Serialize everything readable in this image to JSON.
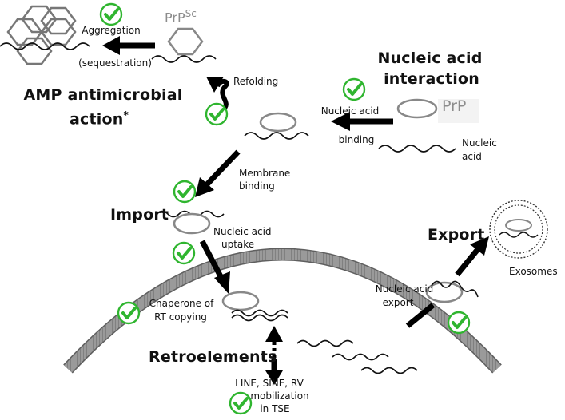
{
  "labels": {
    "prpsc_main": "PrP",
    "prpsc_sup": "Sc",
    "aggregation": "Aggregation",
    "sequestration": "(sequestration)",
    "refolding": "Refolding",
    "amp_line1": "AMP antimicrobial",
    "amp_line2": "action",
    "amp_asterisk": "*",
    "nucleic_interaction_line1": "Nucleic acid",
    "nucleic_interaction_line2": "interaction",
    "prp": "PrP",
    "nucleic_acid_binding_line1": "Nucleic acid",
    "nucleic_acid_binding_line2": "binding",
    "nucleic_acid_line1": "Nucleic",
    "nucleic_acid_line2": "acid",
    "membrane_binding_line1": "Membrane",
    "membrane_binding_line2": "binding",
    "import": "Import",
    "uptake_line1": "Nucleic acid",
    "uptake_line2": "uptake",
    "export": "Export",
    "exosomes": "Exosomes",
    "export_label_line1": "Nucleic acid",
    "export_label_line2": "export",
    "chaperone_line1": "Chaperone of",
    "chaperone_line2": "RT copying",
    "retroelements": "Retroelements",
    "mobilization_line1": "LINE, SINE, RV",
    "mobilization_line2": "mobilization",
    "mobilization_line3": "in TSE"
  },
  "colors": {
    "check": "#2fb52f",
    "membrane": "#8a8a8a",
    "prp_outline": "#8c8c8c",
    "arrow": "#000000"
  }
}
